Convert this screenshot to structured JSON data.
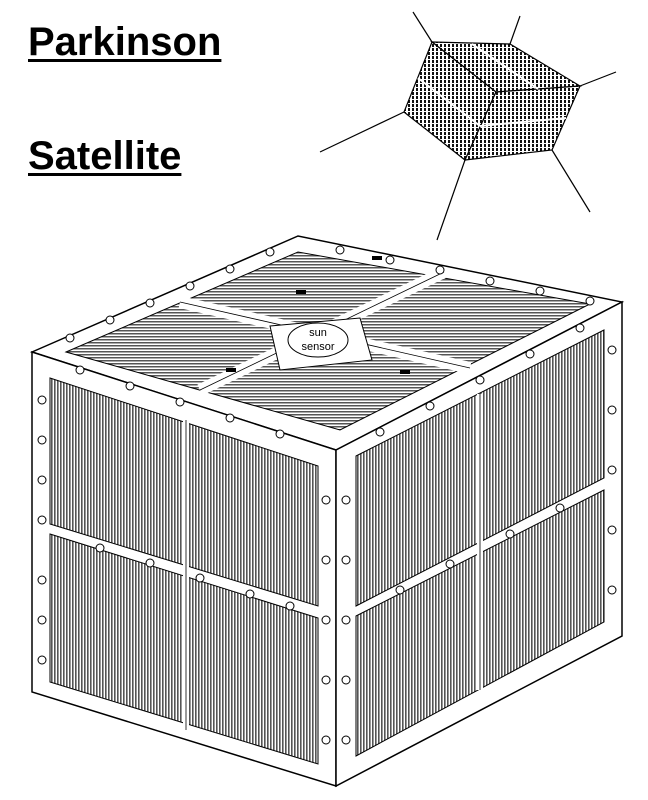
{
  "title_line1": "Parkinson",
  "title_line2": "Satellite",
  "sun_sensor_line1": "sun",
  "sun_sensor_line2": "sensor",
  "colors": {
    "ink": "#000000",
    "paper": "#ffffff",
    "cell": "#6a6a6a",
    "cell_dark": "#3a3a3a"
  }
}
